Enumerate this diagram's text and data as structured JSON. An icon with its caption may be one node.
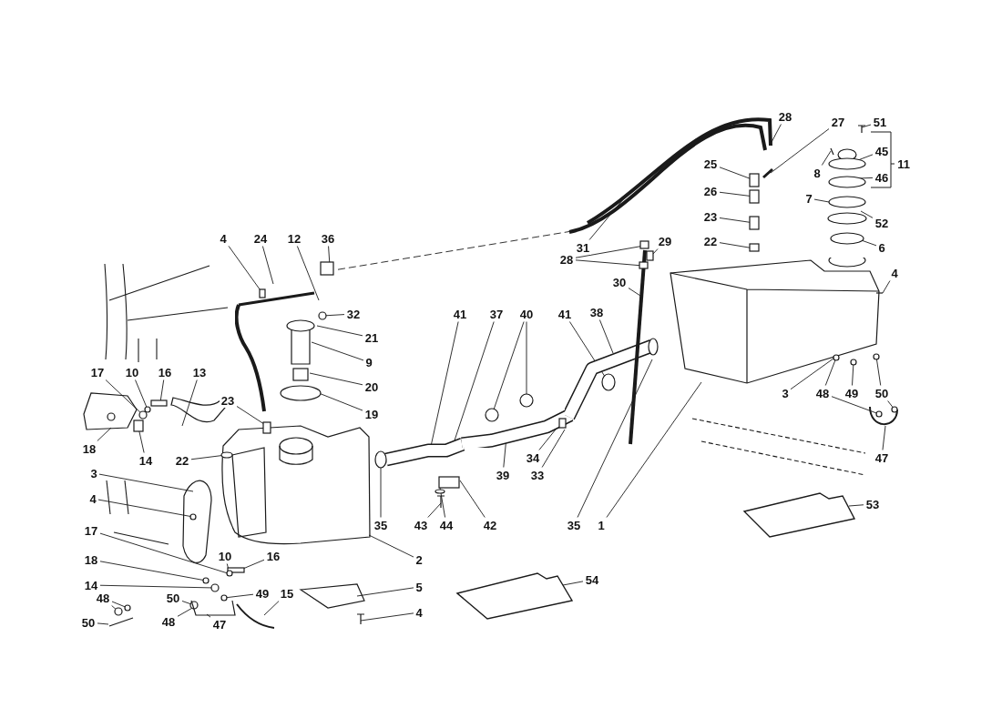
{
  "diagram": {
    "nodes": [
      {
        "text": [
          "4"
        ]
      },
      {
        "text": [
          "24"
        ]
      },
      {
        "text": [
          "12"
        ]
      },
      {
        "text": [
          "36"
        ]
      },
      {
        "text": [
          "32"
        ]
      },
      {
        "text": [
          "21"
        ]
      },
      {
        "text": [
          "9"
        ]
      },
      {
        "text": [
          "20"
        ]
      },
      {
        "text": [
          "19"
        ]
      },
      {
        "text": [
          "17"
        ]
      },
      {
        "text": [
          "10"
        ]
      },
      {
        "text": [
          "16"
        ]
      },
      {
        "text": [
          "13"
        ]
      },
      {
        "text": [
          "23"
        ]
      },
      {
        "text": [
          "18"
        ]
      },
      {
        "text": [
          "14"
        ]
      },
      {
        "text": [
          "22"
        ]
      },
      {
        "text": [
          "3"
        ]
      },
      {
        "text": [
          "4"
        ]
      },
      {
        "text": [
          "17"
        ]
      },
      {
        "text": [
          "18"
        ]
      },
      {
        "text": [
          "14"
        ]
      },
      {
        "text": [
          "10"
        ]
      },
      {
        "text": [
          "16"
        ]
      },
      {
        "text": [
          "50"
        ]
      },
      {
        "text": [
          "49"
        ]
      },
      {
        "text": [
          "15"
        ]
      },
      {
        "text": [
          "48"
        ]
      },
      {
        "text": [
          "50"
        ]
      },
      {
        "text": [
          "48"
        ]
      },
      {
        "text": [
          "47"
        ]
      },
      {
        "text": [
          "2"
        ]
      },
      {
        "text": [
          "5"
        ]
      },
      {
        "text": [
          "4"
        ]
      },
      {
        "text": [
          "41"
        ]
      },
      {
        "text": [
          "37"
        ]
      },
      {
        "text": [
          "40"
        ]
      },
      {
        "text": [
          "41"
        ]
      },
      {
        "text": [
          "38"
        ]
      },
      {
        "text": [
          "35"
        ]
      },
      {
        "text": [
          "43"
        ]
      },
      {
        "text": [
          "44"
        ]
      },
      {
        "text": [
          "42"
        ]
      },
      {
        "text": [
          "39"
        ]
      },
      {
        "text": [
          "34"
        ]
      },
      {
        "text": [
          "33"
        ]
      },
      {
        "text": [
          "35"
        ]
      },
      {
        "text": [
          "1"
        ]
      },
      {
        "text": [
          "31"
        ]
      },
      {
        "text": [
          "28"
        ]
      },
      {
        "text": [
          "29"
        ]
      },
      {
        "text": [
          "30"
        ]
      },
      {
        "text": [
          "28"
        ]
      },
      {
        "text": [
          "27"
        ]
      },
      {
        "text": [
          "51"
        ]
      },
      {
        "text": [
          "25"
        ]
      },
      {
        "text": [
          "26"
        ]
      },
      {
        "text": [
          "23"
        ]
      },
      {
        "text": [
          "22"
        ]
      },
      {
        "text": [
          "8"
        ]
      },
      {
        "text": [
          "45"
        ]
      },
      {
        "text": [
          "46"
        ]
      },
      {
        "text": [
          "7"
        ]
      },
      {
        "text": [
          "52"
        ]
      },
      {
        "text": [
          "6"
        ]
      },
      {
        "text": [
          "4"
        ]
      },
      {
        "text": [
          "3"
        ]
      },
      {
        "text": [
          "48"
        ]
      },
      {
        "text": [
          "49"
        ]
      },
      {
        "text": [
          "50"
        ]
      },
      {
        "text": [
          "47"
        ]
      },
      {
        "text": [
          "53"
        ]
      },
      {
        "text": [
          "54"
        ]
      },
      {
        "text": [],
        "shape": "picture"
      },
      {
        "text": [],
        "shape": "picture"
      },
      {
        "text": [],
        "shape": "picture"
      },
      {
        "text": [],
        "shape": "picture"
      },
      {
        "text": [],
        "shape": "picture"
      },
      {
        "text": [],
        "shape": "picture"
      },
      {
        "text": [],
        "shape": "picture"
      },
      {
        "text": [],
        "shape": "picture"
      },
      {
        "text": [],
        "shape": "picture"
      },
      {
        "text": [],
        "shape": "picture"
      },
      {
        "text": [],
        "shape": "picture"
      },
      {
        "text": [],
        "shape": "picture"
      },
      {
        "text": [],
        "shape": "picture"
      },
      {
        "text": [],
        "shape": "picture"
      },
      {
        "text": [],
        "shape": "picture"
      },
      {
        "text": [],
        "shape": "picture"
      },
      {
        "text": [],
        "shape": "picture"
      },
      {
        "text": [],
        "shape": "picture"
      },
      {
        "text": [],
        "shape": "picture"
      },
      {
        "text": [],
        "shape": "picture"
      },
      {
        "text": [],
        "shape": "picture"
      },
      {
        "text": [],
        "shape": "picture"
      },
      {
        "text": [
          "11"
        ]
      }
    ],
    "edges": [
      {
        "from": 0,
        "to": 73,
        "arrow": "none"
      },
      {
        "from": 1,
        "to": 73,
        "arrow": "none"
      },
      {
        "from": 2,
        "to": 73,
        "arrow": "none"
      },
      {
        "from": 3,
        "to": 73,
        "arrow": "none"
      },
      {
        "from": 4,
        "to": 73,
        "arrow": "none"
      },
      {
        "from": 5,
        "to": 73,
        "arrow": "none"
      },
      {
        "from": 6,
        "to": 73,
        "arrow": "none"
      },
      {
        "from": 7,
        "to": 73,
        "arrow": "none"
      },
      {
        "from": 8,
        "to": 73,
        "arrow": "none"
      },
      {
        "from": 9,
        "to": 74,
        "arrow": "none"
      },
      {
        "from": 10,
        "to": 74,
        "arrow": "none"
      },
      {
        "from": 11,
        "to": 74,
        "arrow": "none"
      },
      {
        "from": 12,
        "to": 75,
        "arrow": "none"
      },
      {
        "from": 13,
        "to": 76,
        "arrow": "none"
      },
      {
        "from": 14,
        "to": 74,
        "arrow": "none"
      },
      {
        "from": 15,
        "to": 74,
        "arrow": "none"
      },
      {
        "from": 16,
        "to": 76,
        "arrow": "none"
      },
      {
        "from": 17,
        "to": 77,
        "arrow": "none"
      },
      {
        "from": 18,
        "to": 77,
        "arrow": "none"
      },
      {
        "from": 19,
        "to": 78,
        "arrow": "none"
      },
      {
        "from": 20,
        "to": 78,
        "arrow": "none"
      },
      {
        "from": 21,
        "to": 78,
        "arrow": "none"
      },
      {
        "from": 22,
        "to": 78,
        "arrow": "none"
      },
      {
        "from": 23,
        "to": 78,
        "arrow": "none"
      },
      {
        "from": 24,
        "to": 78,
        "arrow": "none"
      },
      {
        "from": 25,
        "to": 78,
        "arrow": "none"
      },
      {
        "from": 26,
        "to": 79,
        "arrow": "none"
      },
      {
        "from": 27,
        "to": 80,
        "arrow": "none"
      },
      {
        "from": 27,
        "to": 80,
        "arrow": "none"
      },
      {
        "from": 28,
        "to": 80,
        "arrow": "none"
      },
      {
        "from": 29,
        "to": 78,
        "arrow": "none"
      },
      {
        "from": 30,
        "to": 78,
        "arrow": "none"
      },
      {
        "from": 31,
        "to": 76,
        "arrow": "none"
      },
      {
        "from": 32,
        "to": 81,
        "arrow": "none"
      },
      {
        "from": 33,
        "to": 81,
        "arrow": "none"
      },
      {
        "from": 34,
        "to": 82,
        "arrow": "none"
      },
      {
        "from": 35,
        "to": 82,
        "arrow": "none"
      },
      {
        "from": 36,
        "to": 83,
        "arrow": "none"
      },
      {
        "from": 36,
        "to": 83,
        "arrow": "none"
      },
      {
        "from": 37,
        "to": 84,
        "arrow": "none"
      },
      {
        "from": 38,
        "to": 84,
        "arrow": "none"
      },
      {
        "from": 39,
        "to": 82,
        "arrow": "none"
      },
      {
        "from": 40,
        "to": 85,
        "arrow": "none"
      },
      {
        "from": 41,
        "to": 85,
        "arrow": "none"
      },
      {
        "from": 42,
        "to": 85,
        "arrow": "none"
      },
      {
        "from": 43,
        "to": 83,
        "arrow": "none"
      },
      {
        "from": 44,
        "to": 83,
        "arrow": "none"
      },
      {
        "from": 45,
        "to": 83,
        "arrow": "none"
      },
      {
        "from": 46,
        "to": 84,
        "arrow": "none"
      },
      {
        "from": 47,
        "to": 90,
        "arrow": "none"
      },
      {
        "from": 48,
        "to": 86,
        "arrow": "none"
      },
      {
        "from": 49,
        "to": 87,
        "arrow": "none"
      },
      {
        "from": 49,
        "to": 87,
        "arrow": "none"
      },
      {
        "from": 50,
        "to": 87,
        "arrow": "none"
      },
      {
        "from": 51,
        "to": 87,
        "arrow": "none"
      },
      {
        "from": 52,
        "to": 94,
        "arrow": "none"
      },
      {
        "from": 53,
        "to": 88,
        "arrow": "none"
      },
      {
        "from": 54,
        "to": 89,
        "arrow": "none"
      },
      {
        "from": 55,
        "to": 88,
        "arrow": "none"
      },
      {
        "from": 56,
        "to": 88,
        "arrow": "none"
      },
      {
        "from": 57,
        "to": 88,
        "arrow": "none"
      },
      {
        "from": 58,
        "to": 88,
        "arrow": "none"
      },
      {
        "from": 59,
        "to": 89,
        "arrow": "none"
      },
      {
        "from": 60,
        "to": 89,
        "arrow": "none"
      },
      {
        "from": 61,
        "to": 89,
        "arrow": "none"
      },
      {
        "from": 62,
        "to": 89,
        "arrow": "none"
      },
      {
        "from": 63,
        "to": 89,
        "arrow": "none"
      },
      {
        "from": 64,
        "to": 89,
        "arrow": "none"
      },
      {
        "from": 65,
        "to": 90,
        "arrow": "none"
      },
      {
        "from": 66,
        "to": 90,
        "arrow": "none"
      },
      {
        "from": 67,
        "to": 90,
        "arrow": "none"
      },
      {
        "from": 67,
        "to": 91,
        "arrow": "none"
      },
      {
        "from": 68,
        "to": 90,
        "arrow": "none"
      },
      {
        "from": 69,
        "to": 90,
        "arrow": "none"
      },
      {
        "from": 69,
        "to": 91,
        "arrow": "none"
      },
      {
        "from": 70,
        "to": 91,
        "arrow": "none"
      },
      {
        "from": 71,
        "to": 92,
        "arrow": "none"
      },
      {
        "from": 72,
        "to": 93,
        "arrow": "none"
      },
      {
        "from": 73,
        "to": 86,
        "arrow": "none",
        "style": "dashed"
      }
    ]
  }
}
